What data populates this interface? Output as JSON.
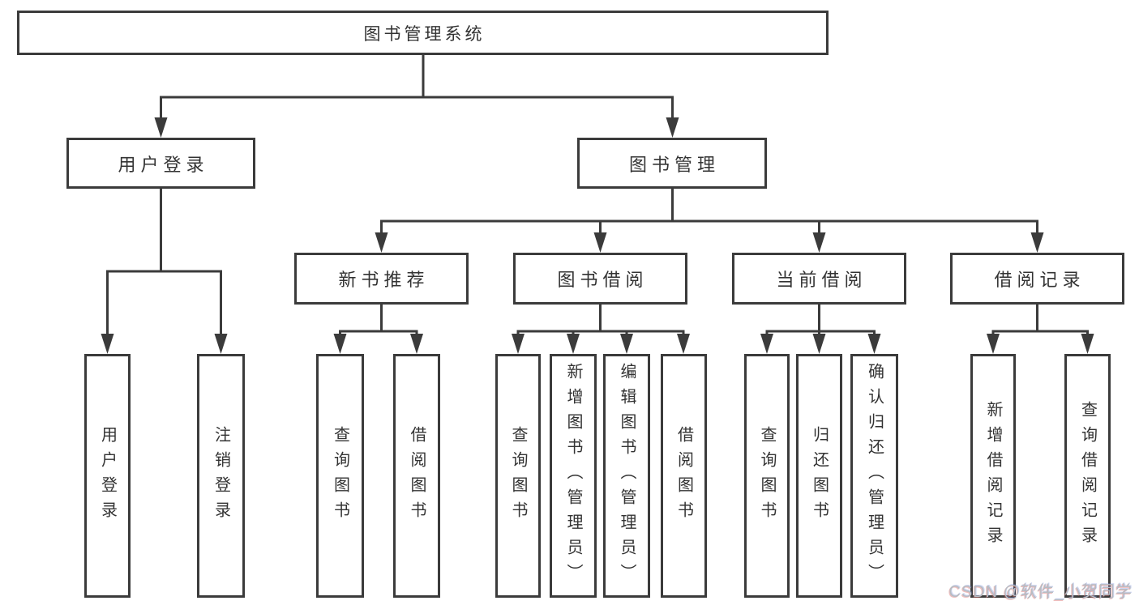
{
  "nodes": {
    "root": "图书管理系统",
    "user_login": "用户登录",
    "book_mgmt": "图书管理",
    "new_book": "新书推荐",
    "book_borrow": "图书借阅",
    "current_borrow": "当前借阅",
    "borrow_record": "借阅记录",
    "leaf_user_login": "用户登录",
    "leaf_logout": "注销登录",
    "leaf_nb_query": "查询图书",
    "leaf_nb_borrow": "借阅图书",
    "leaf_bb_query": "查询图书",
    "leaf_bb_add": "新增图书（管理员）",
    "leaf_bb_edit": "编辑图书（管理员）",
    "leaf_bb_borrow": "借阅图书",
    "leaf_cb_query": "查询图书",
    "leaf_cb_return": "归还图书",
    "leaf_cb_confirm": "确认归还（管理员）",
    "leaf_br_add": "新增借阅记录",
    "leaf_br_query": "查询借阅记录"
  },
  "hierarchy": {
    "图书管理系统": {
      "用户登录": [
        "用户登录",
        "注销登录"
      ],
      "图书管理": {
        "新书推荐": [
          "查询图书",
          "借阅图书"
        ],
        "图书借阅": [
          "查询图书",
          "新增图书（管理员）",
          "编辑图书（管理员）",
          "借阅图书"
        ],
        "当前借阅": [
          "查询图书",
          "归还图书",
          "确认归还（管理员）"
        ],
        "借阅记录": [
          "新增借阅记录",
          "查询借阅记录"
        ]
      }
    }
  },
  "watermark": {
    "text": "CSDN @软件_小贺同学"
  },
  "colors": {
    "line": "#3b3b3b",
    "box_border": "#3b3b3b",
    "text": "#333333",
    "watermark": "#b7bcc2",
    "background": "#ffffff"
  }
}
